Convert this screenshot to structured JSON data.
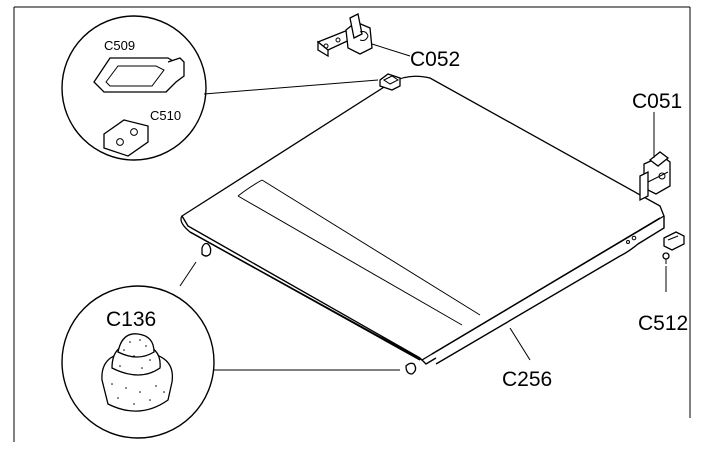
{
  "parts": {
    "cover": "C256",
    "hinge_left": "C052",
    "hinge_right": "C051",
    "clip": "C512",
    "foot": "C136",
    "latch": "C509",
    "plate": "C510"
  }
}
